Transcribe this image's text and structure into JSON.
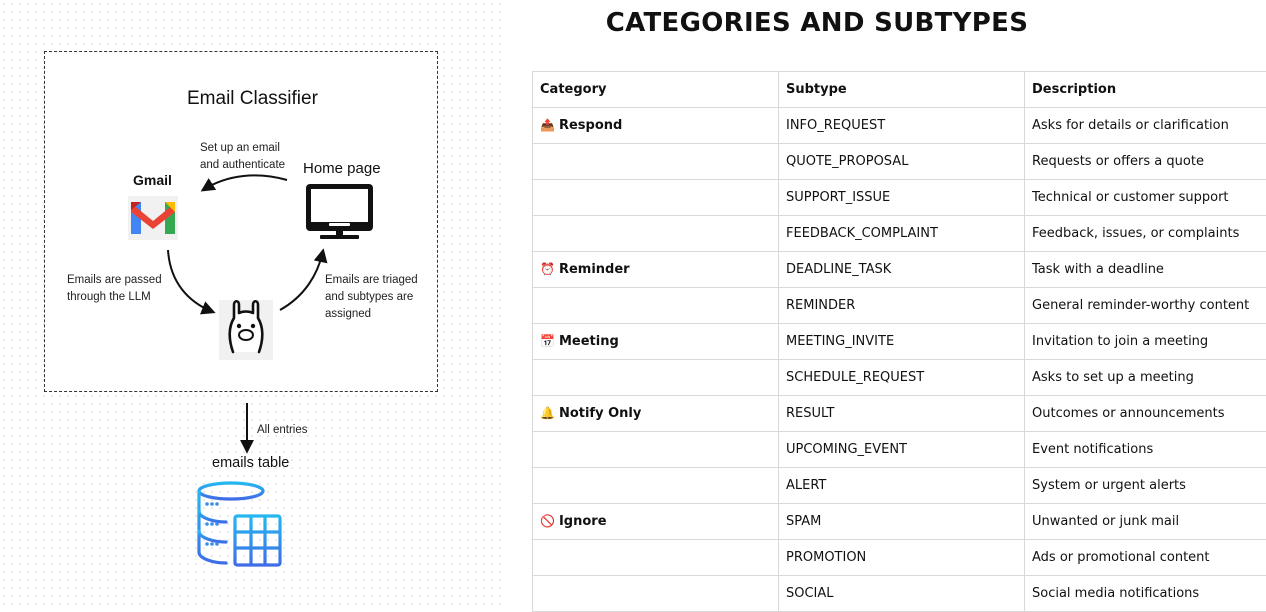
{
  "diagram": {
    "title": "Email Classifier",
    "gmail_label": "Gmail",
    "home_label": "Home page",
    "setup_note": [
      "Set up an email",
      "and authenticate"
    ],
    "passed_note": [
      "Emails are passed",
      "through the LLM"
    ],
    "triaged_note": [
      "Emails are triaged",
      "and subtypes are",
      "assigned"
    ],
    "entries_note": "All entries",
    "emails_table_label": "emails table",
    "icons": [
      "gmail-icon",
      "monitor-icon",
      "llama-icon",
      "database-table-icon"
    ]
  },
  "table": {
    "title": "CATEGORIES AND SUBTYPES",
    "headers": [
      "Category",
      "Subtype",
      "Description"
    ],
    "rows": [
      {
        "emoji": "📤",
        "category": "Respond",
        "subtype": "INFO_REQUEST",
        "description": "Asks for details or clarification"
      },
      {
        "emoji": "",
        "category": "",
        "subtype": "QUOTE_PROPOSAL",
        "description": "Requests or offers a quote"
      },
      {
        "emoji": "",
        "category": "",
        "subtype": "SUPPORT_ISSUE",
        "description": "Technical or customer support"
      },
      {
        "emoji": "",
        "category": "",
        "subtype": "FEEDBACK_COMPLAINT",
        "description": "Feedback, issues, or complaints"
      },
      {
        "emoji": "⏰",
        "category": "Reminder",
        "subtype": "DEADLINE_TASK",
        "description": "Task with a deadline"
      },
      {
        "emoji": "",
        "category": "",
        "subtype": "REMINDER",
        "description": "General reminder-worthy content"
      },
      {
        "emoji": "📅",
        "category": "Meeting",
        "subtype": "MEETING_INVITE",
        "description": "Invitation to join a meeting"
      },
      {
        "emoji": "",
        "category": "",
        "subtype": "SCHEDULE_REQUEST",
        "description": "Asks to set up a meeting"
      },
      {
        "emoji": "🔔",
        "category": "Notify Only",
        "subtype": "RESULT",
        "description": "Outcomes or announcements"
      },
      {
        "emoji": "",
        "category": "",
        "subtype": "UPCOMING_EVENT",
        "description": "Event notifications"
      },
      {
        "emoji": "",
        "category": "",
        "subtype": "ALERT",
        "description": "System or urgent alerts"
      },
      {
        "emoji": "🚫",
        "category": "Ignore",
        "subtype": "SPAM",
        "description": "Unwanted or junk mail"
      },
      {
        "emoji": "",
        "category": "",
        "subtype": "PROMOTION",
        "description": "Ads or promotional content"
      },
      {
        "emoji": "",
        "category": "",
        "subtype": "SOCIAL",
        "description": "Social media notifications"
      }
    ]
  }
}
